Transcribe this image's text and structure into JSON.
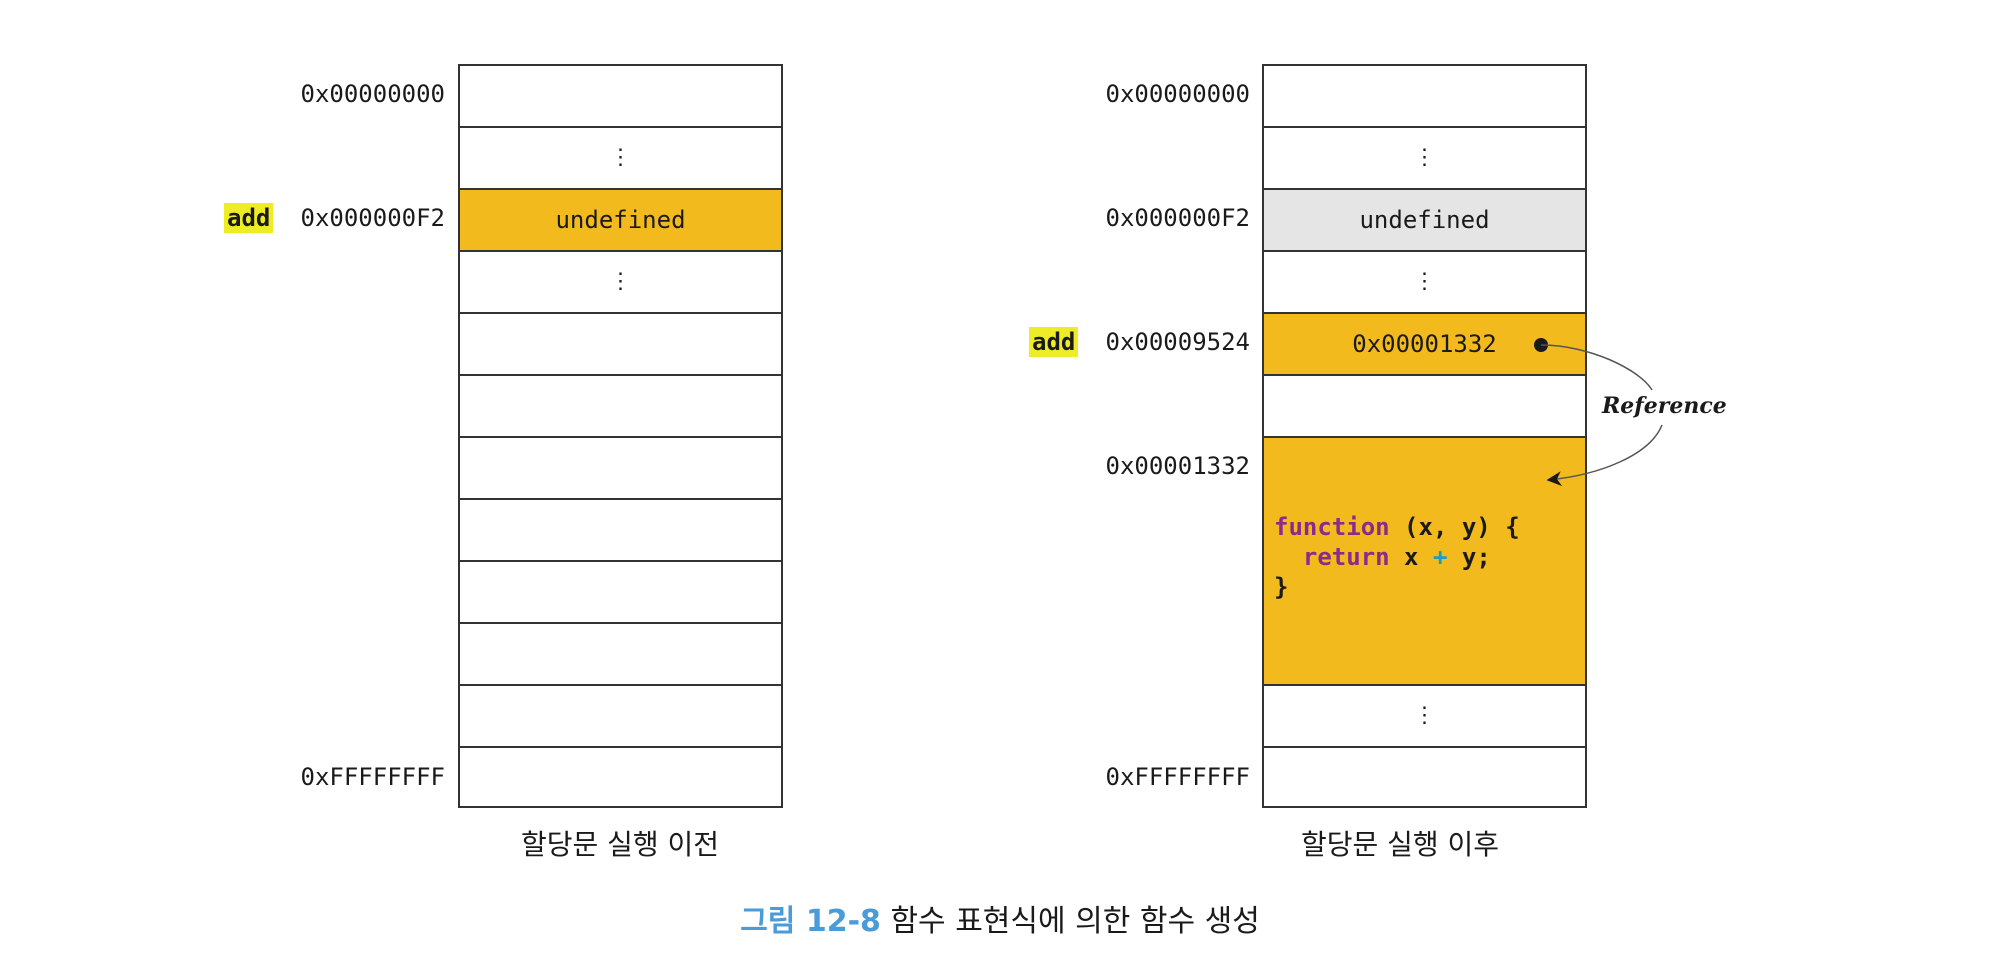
{
  "left_panel": {
    "caption": "할당문 실행 이전",
    "tag": "add",
    "addresses": {
      "first": "0x00000000",
      "add": "0x000000F2",
      "last": "0xFFFFFFFF"
    },
    "cells": {
      "ellipsis": "⋮",
      "value": "undefined"
    }
  },
  "right_panel": {
    "caption": "할당문 실행 이후",
    "tag": "add",
    "addresses": {
      "first": "0x00000000",
      "undef": "0x000000F2",
      "add": "0x00009524",
      "func": "0x00001332",
      "last": "0xFFFFFFFF"
    },
    "cells": {
      "ellipsis": "⋮",
      "undef_value": "undefined",
      "ref_value": "0x00001332"
    },
    "code": {
      "line1_kw": "function",
      "line1_rest": " (x, y) {",
      "line2_indent": "  ",
      "line2_kw": "return",
      "line2_a": " x ",
      "line2_op": "+",
      "line2_b": " y;",
      "line3": "}"
    },
    "reference_label": "Reference"
  },
  "figure": {
    "number": "그림 12-8",
    "title": "함수 표현식에 의한 함수 생성"
  },
  "colors": {
    "highlight": "#F2BA1C",
    "stale": "#E6E5E6",
    "tag": "#EDEC27",
    "keyword": "#8B2C8A",
    "operator": "#1E9BC6",
    "figure_number": "#4A9BD8"
  }
}
